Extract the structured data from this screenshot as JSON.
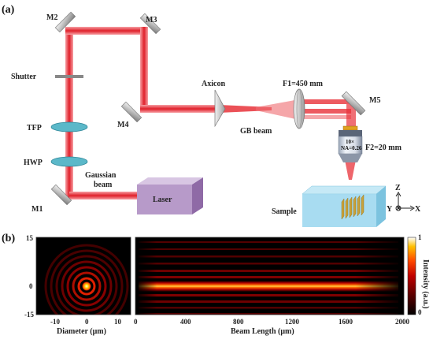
{
  "panel_a": {
    "tag": "(a)",
    "labels": {
      "m1": "M1",
      "m2": "M2",
      "m3": "M3",
      "m4": "M4",
      "m5": "M5",
      "shutter": "Shutter",
      "tfp": "TFP",
      "hwp": "HWP",
      "gaussian_1": "Gaussian",
      "gaussian_2": "beam",
      "laser": "Laser",
      "axicon": "Axicon",
      "gb_beam": "GB beam",
      "f1": "F1=450 mm",
      "f2": "F2=20 mm",
      "objective_1": "10×",
      "objective_2": "NA=0.26",
      "sample": "Sample",
      "axis_z": "Z",
      "axis_y": "Y",
      "axis_x": "X"
    },
    "colors": {
      "beam": "#e8323a",
      "laser_front": "#b79ac9",
      "laser_top": "#d8c6e3",
      "laser_side": "#8f6aa6",
      "waveplate": "#5bb8c9",
      "sample": "#9fd8ef",
      "grating": "#c9a23a",
      "mirror": "#c8c8c8"
    }
  },
  "panel_b": {
    "tag": "(b)",
    "left_plot": {
      "xlabel": "Diameter (μm)",
      "xticks": [
        "-10",
        "0",
        "10"
      ],
      "yticks": [
        "15",
        "0",
        "-15"
      ]
    },
    "right_plot": {
      "xlabel": "Beam Length (μm)",
      "xticks": [
        "0",
        "400",
        "800",
        "1200",
        "1600",
        "2000"
      ]
    },
    "colorbar": {
      "label": "Intensity (a.u.)",
      "ticks": [
        "1",
        "0"
      ],
      "stops": [
        "#000000",
        "#5a0000",
        "#b00000",
        "#ff3c00",
        "#ffb000",
        "#ffffff"
      ]
    }
  }
}
